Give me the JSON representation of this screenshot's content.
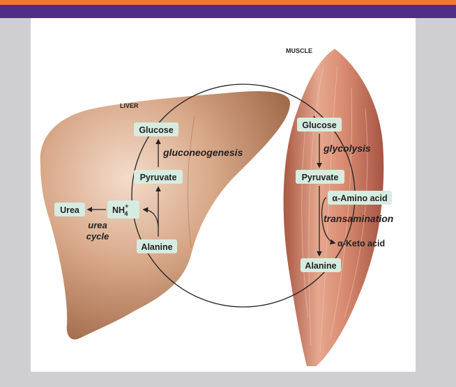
{
  "colors": {
    "orange_band": "#f0782f",
    "purple_band": "#4f2d86",
    "background": "#cfcfd1",
    "label_box": "#d6ece1",
    "liver": "#b27a56",
    "muscle": "#c9755a"
  },
  "organs": {
    "liver": "LIVER",
    "muscle": "MUSCLE"
  },
  "liver": {
    "glucose": "Glucose",
    "gluconeogenesis": "gluconeogenesis",
    "pyruvate": "Pyruvate",
    "alanine": "Alanine",
    "urea": "Urea",
    "nh4": "NH",
    "nh4_sup": "+",
    "nh4_sub": "4",
    "urea_cycle_1": "urea",
    "urea_cycle_2": "cycle"
  },
  "muscle": {
    "glucose": "Glucose",
    "glycolysis": "glycolysis",
    "pyruvate": "Pyruvate",
    "amino_acid": "α-Amino acid",
    "transamination": "transamination",
    "keto_acid": "α-Keto acid",
    "alanine": "Alanine"
  }
}
